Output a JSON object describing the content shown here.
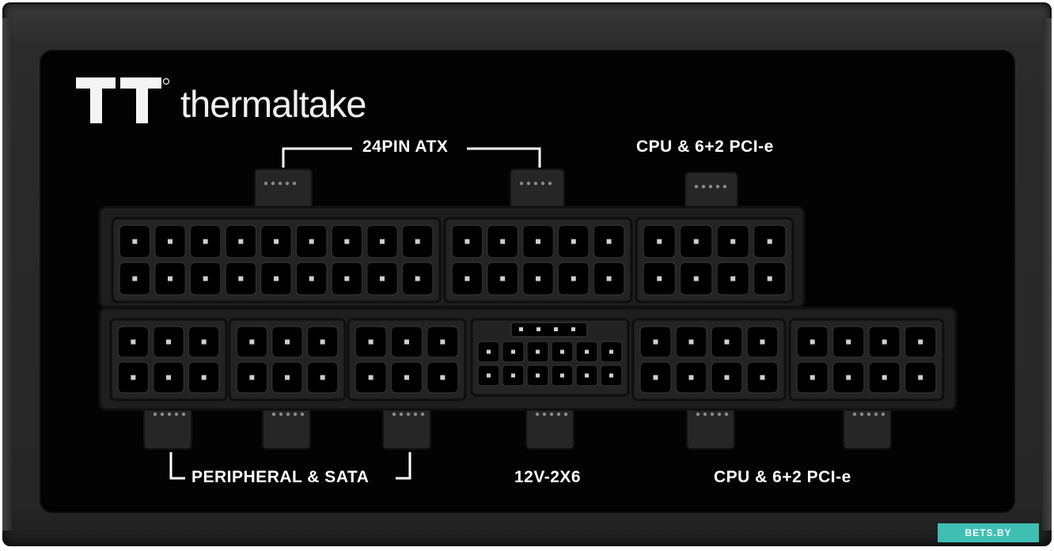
{
  "brand": {
    "name": "thermaltake"
  },
  "labels": {
    "top_atx": "24PIN ATX",
    "top_cpu": "CPU & 6+2 PCI-e",
    "bottom_peripheral": "PERIPHERAL & SATA",
    "bottom_12v": "12V-2X6",
    "bottom_cpu": "CPU & 6+2 PCI-e"
  },
  "watermark": "BETS.BY",
  "colors": {
    "face": "#030303",
    "chassis": "#2b2b2b",
    "connector_frame": "#232323",
    "pin": "#000000",
    "watermark_bg": "#3fbfb4"
  }
}
